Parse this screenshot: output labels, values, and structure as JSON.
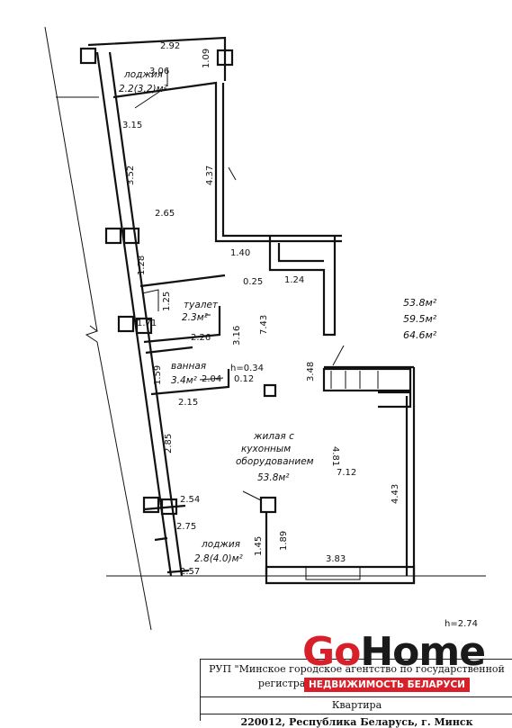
{
  "dimensions": {
    "d_2_92": "2.92",
    "d_1_09": "1.09",
    "d_3_06": "3.06",
    "d_3_15": "3.15",
    "d_3_52": "3.52",
    "d_4_37": "4.37",
    "d_2_65": "2.65",
    "d_1_40": "1.40",
    "d_1_28": "1.28",
    "d_0_25": "0.25",
    "d_1_24": "1.24",
    "d_1_25": "1.25",
    "d_1_71": "1.71",
    "d_3_16": "3.16",
    "d_7_43": "7.43",
    "d_2_26": "2.26",
    "d_1_59": "1.59",
    "d_h_0_34": "h=0.34",
    "d_0_12": "0.12",
    "d_3_48": "3.48",
    "d_2_04": "2.04",
    "d_2_15": "2.15",
    "d_4_81": "4.81",
    "d_2_85": "2.85",
    "d_7_12": "7.12",
    "d_4_43": "4.43",
    "d_2_54": "2.54",
    "d_2_75": "2.75",
    "d_1_45": "1.45",
    "d_1_89": "1.89",
    "d_3_83": "3.83",
    "d_2_57": "2.57",
    "ceiling_height": "h=2.74"
  },
  "rooms": {
    "loggia_top_name": "лоджия",
    "loggia_top_area": "2.2(3.2)м²",
    "toilet_name": "туалет",
    "toilet_area": "2.3м²",
    "bath_name": "ванная",
    "bath_area": "3.4м²",
    "living_line1": "жилая с",
    "living_line2": "кухонным",
    "living_line3": "оборудованием",
    "living_area": "53.8м²",
    "loggia_bottom_name": "лоджия",
    "loggia_bottom_area": "2.8(4.0)м²"
  },
  "totals": {
    "living": "53.8м²",
    "general": "59.5м²",
    "with_loggias": "64.6м²"
  },
  "stamp": {
    "line1": "РУП \"Минское городское агентство по государственной",
    "line2": "регистрации и земельному кадастру\"",
    "line3": "Квартира",
    "line4": "220012, Республика Беларусь, г. Минск"
  },
  "logo": {
    "go": "Go",
    "home": "Home",
    "tagline": "НЕДВИЖИМОСТЬ БЕЛАРУСИ"
  }
}
